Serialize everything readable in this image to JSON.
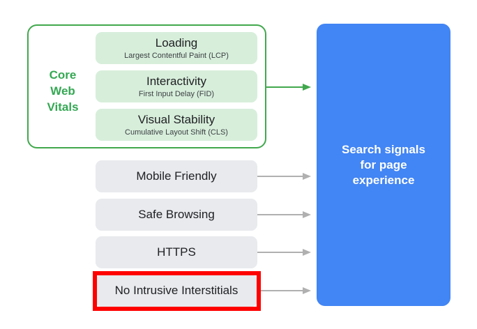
{
  "core_web_vitals": {
    "label_lines": [
      "Core",
      "Web",
      "Vitals"
    ],
    "items": [
      {
        "title": "Loading",
        "subtitle": "Largest Contentful Paint (LCP)"
      },
      {
        "title": "Interactivity",
        "subtitle": "First Input Delay (FID)"
      },
      {
        "title": "Visual Stability",
        "subtitle": "Cumulative Layout Shift (CLS)"
      }
    ]
  },
  "signals": [
    "Mobile Friendly",
    "Safe Browsing",
    "HTTPS",
    "No Intrusive Interstitials"
  ],
  "highlighted_signal": "No Intrusive Interstitials",
  "result": {
    "lines": [
      "Search signals",
      "for page",
      "experience"
    ]
  },
  "colors": {
    "core_vitals_green": "#34a853",
    "vital_box_fill": "#d7eedb",
    "signal_box_fill": "#e8eaed",
    "result_blue": "#4285f4",
    "highlight_red": "#ff0000",
    "gray_arrow": "#b0b0b0"
  }
}
